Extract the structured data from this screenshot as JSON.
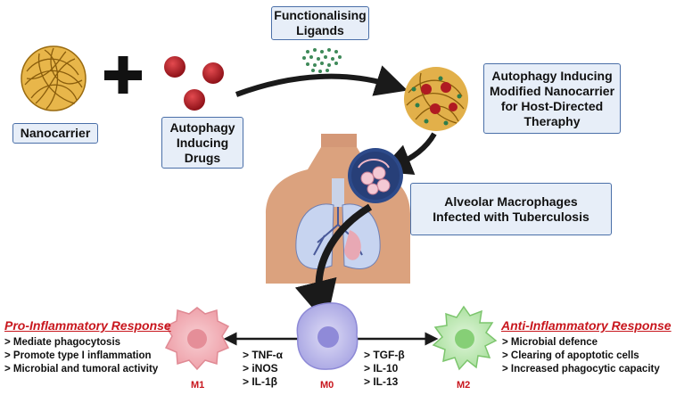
{
  "boxes": {
    "ligands": "Functionalising\nLigands",
    "nanocarrier": "Nanocarrier",
    "drugs": "Autophagy\nInducing\nDrugs",
    "modified": "Autophagy Inducing\nModified Nanocarrier\nfor Host-Directed\nTheraphy",
    "alveolar": "Alveolar Macrophages\nInfected with Tuberculosis"
  },
  "pro": {
    "title": "Pro-Inflammatory Response",
    "items": [
      "> Mediate phagocytosis",
      "> Promote type I inflammation",
      "> Microbial and tumoral activity"
    ]
  },
  "anti": {
    "title": "Anti-Inflammatory Response",
    "items": [
      "> Microbial defence",
      "> Clearing of apoptotic cells",
      "> Increased phagocytic capacity"
    ]
  },
  "cytokines_m1": [
    "> TNF-α",
    "> iNOS",
    "> IL-1β"
  ],
  "cytokines_m2": [
    "> TGF-β",
    "> IL-10",
    "> IL-13"
  ],
  "cells": {
    "m1": "M1",
    "m0": "M0",
    "m2": "M2"
  },
  "colors": {
    "box_fill": "#e7eef8",
    "box_border": "#4a6fa8",
    "heading_red": "#c8161d",
    "drug_red": "#b01a22",
    "m1_fill": "#f4b9bf",
    "m0_fill": "#c9c8ef",
    "m2_fill": "#c8ecc0"
  }
}
